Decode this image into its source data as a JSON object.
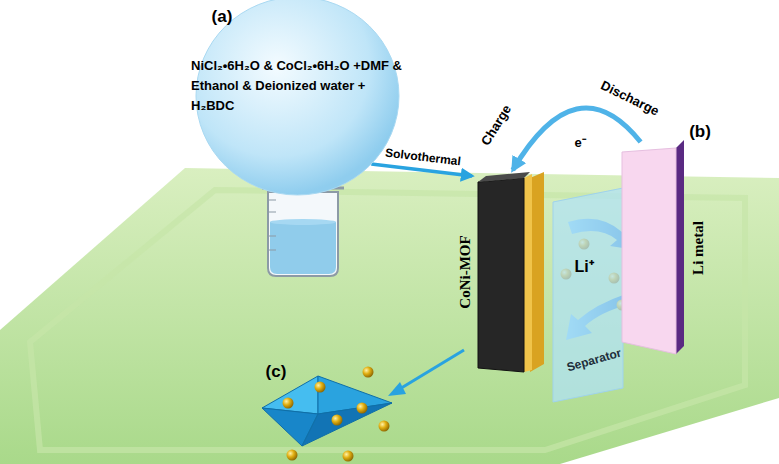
{
  "diagram": {
    "nodes": [
      {
        "text": [
          "NiCl₂•6H₂O & CoCl₂•6H₂O +DMF & Ethanol & Deionized water + H₂BDC"
        ]
      },
      {
        "text": [
          "CoNi-MOF"
        ]
      },
      {
        "text": [
          "Separator"
        ]
      },
      {
        "text": [
          "Li metal"
        ]
      }
    ],
    "edges": [
      {
        "from": 0,
        "to": 1,
        "label": "Solvothermal",
        "arrow": "to"
      },
      {
        "from": 3,
        "to": 1,
        "arrow": "to"
      }
    ],
    "labels": [
      "(a)",
      "Charge",
      "e⁻",
      "Discharge",
      "(b)",
      "Li⁺",
      "(c)"
    ]
  }
}
